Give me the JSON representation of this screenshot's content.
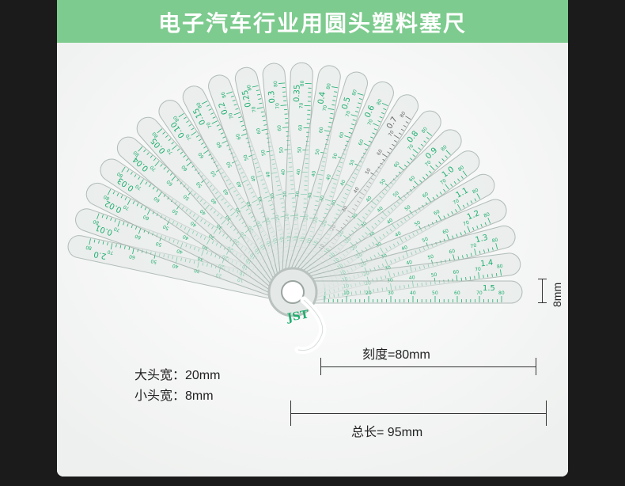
{
  "header": {
    "title": "电子汽车行业用圆头塑料塞尺"
  },
  "colors": {
    "header_bg": "#7dcb8e",
    "blade_ink": "#1fae6f",
    "panel_bg": "#fafafa"
  },
  "gauge": {
    "blade_labels": [
      "2.0",
      "0.01",
      "0.02",
      "0.03",
      "0.04",
      "0.05",
      "0.10",
      "0.15",
      "0.2",
      "0.25",
      "0.3",
      "0.35",
      "0.4",
      "0.5",
      "0.6",
      "0.7",
      "0.8",
      "0.9",
      "1.0",
      "1.1",
      "1.2",
      "1.3",
      "1.4",
      "1.5"
    ],
    "logo": "JST",
    "scale_marks": [
      "10",
      "20",
      "30",
      "40",
      "50",
      "60",
      "70",
      "80"
    ]
  },
  "dimensions": {
    "graduation": "刻度=80mm",
    "total_length": "总长= 95mm",
    "large_head_width": "大头宽：20mm",
    "small_head_width": "小头宽：8mm",
    "tip_width": "8mm"
  }
}
